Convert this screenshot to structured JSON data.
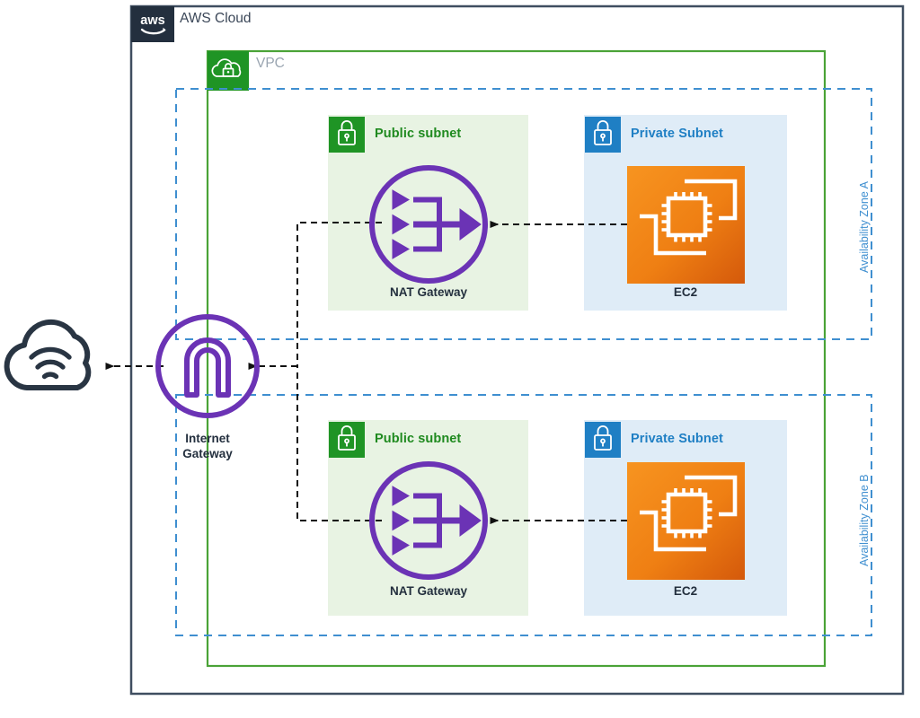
{
  "diagram": {
    "title": "AWS VPC multi-AZ NAT Gateway architecture",
    "type": "aws-architecture-diagram"
  },
  "colors": {
    "aws_cloud_border": "#3f4e60",
    "aws_logo_bg": "#232f3e",
    "vpc_border": "#4aa337",
    "vpc_icon_bg": "#1f9425",
    "az_border": "#3f8fd0",
    "public_subnet_bg": "#e8f3e3",
    "public_subnet_icon_bg": "#1f9425",
    "public_subnet_text": "#1f8a1f",
    "private_subnet_bg": "#dfecf7",
    "private_subnet_icon_bg": "#1f7fc4",
    "private_subnet_text": "#1f7fc4",
    "nat_purple": "#6b33b5",
    "ec2_orange_top": "#f58a16",
    "ec2_orange_bottom": "#d4590b",
    "internet_cloud": "#293543",
    "connector": "#111111",
    "caption_text": "#232f3e",
    "vpc_label_text": "#9aa5b1",
    "aws_cloud_label_text": "#3b4758"
  },
  "aws_cloud": {
    "label": "AWS Cloud",
    "logo_text": "aws",
    "logo_name": "aws-logo"
  },
  "vpc": {
    "label": "VPC",
    "icon": "vpc-cloud-lock-icon"
  },
  "availability_zones": [
    {
      "id": "az-a",
      "label": "Availability Zone A",
      "subnets": [
        {
          "id": "public-subnet-a",
          "label": "Public subnet",
          "kind": "public",
          "icon": "lock-icon",
          "node": {
            "id": "nat-gateway-a",
            "label": "NAT Gateway",
            "icon": "nat-gateway-icon"
          }
        },
        {
          "id": "private-subnet-a",
          "label": "Private Subnet",
          "kind": "private",
          "icon": "lock-icon",
          "node": {
            "id": "ec2-a",
            "label": "EC2",
            "icon": "ec2-instance-icon"
          }
        }
      ]
    },
    {
      "id": "az-b",
      "label": "Availability Zone B",
      "subnets": [
        {
          "id": "public-subnet-b",
          "label": "Public subnet",
          "kind": "public",
          "icon": "lock-icon",
          "node": {
            "id": "nat-gateway-b",
            "label": "NAT Gateway",
            "icon": "nat-gateway-icon"
          }
        },
        {
          "id": "private-subnet-b",
          "label": "Private Subnet",
          "kind": "private",
          "icon": "lock-icon",
          "node": {
            "id": "ec2-b",
            "label": "EC2",
            "icon": "ec2-instance-icon"
          }
        }
      ]
    }
  ],
  "internet_gateway": {
    "id": "internet-gateway",
    "label_line1": "Internet",
    "label_line2": "Gateway",
    "icon": "internet-gateway-icon"
  },
  "internet": {
    "id": "internet-cloud",
    "icon": "internet-cloud-wifi-icon",
    "label": ""
  },
  "connections": [
    {
      "from": "ec2-a",
      "to": "nat-gateway-a",
      "style": "dashed",
      "direction": "right-to-left"
    },
    {
      "from": "ec2-b",
      "to": "nat-gateway-b",
      "style": "dashed",
      "direction": "right-to-left"
    },
    {
      "from": "nat-gateway-a",
      "to": "internet-gateway",
      "style": "dashed",
      "direction": "right-to-left"
    },
    {
      "from": "nat-gateway-b",
      "to": "internet-gateway",
      "style": "dashed",
      "direction": "right-to-left"
    },
    {
      "from": "internet-gateway",
      "to": "internet-cloud",
      "style": "dashed",
      "direction": "right-to-left"
    }
  ]
}
